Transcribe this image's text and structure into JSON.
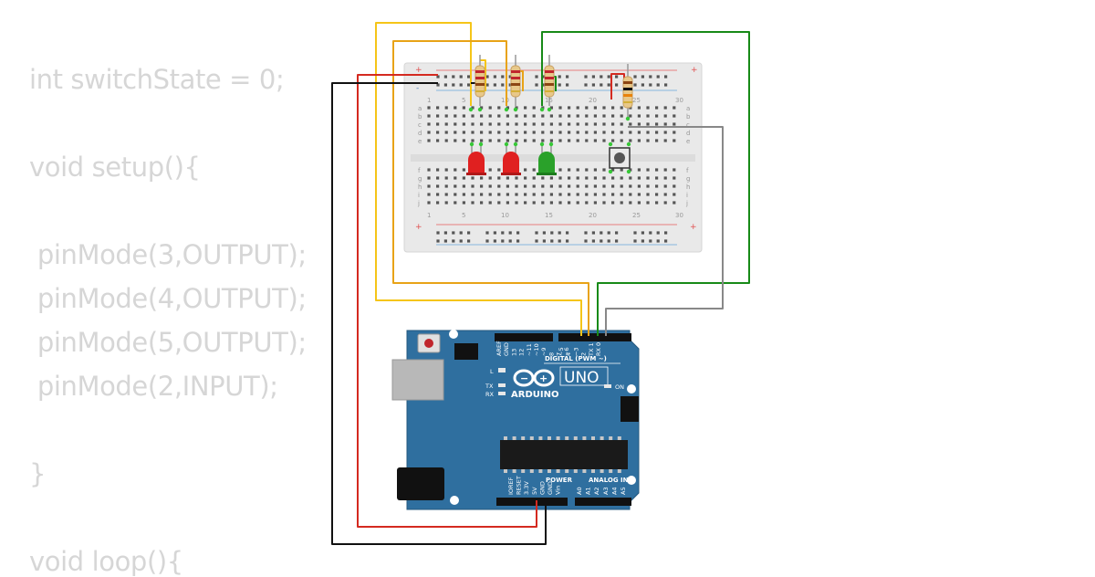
{
  "code": {
    "lines": [
      "int switchState = 0;",
      "void setup(){",
      " pinMode(3,OUTPUT);",
      " pinMode(4,OUTPUT);",
      " pinMode(5,OUTPUT);",
      " pinMode(2,INPUT);",
      "}",
      "void loop(){"
    ]
  },
  "breadboard": {
    "col_labels": [
      "1",
      "5",
      "10",
      "15",
      "20",
      "25",
      "30"
    ],
    "row_labels_top": [
      "a",
      "b",
      "c",
      "d",
      "e"
    ],
    "row_labels_bottom": [
      "f",
      "g",
      "h",
      "i",
      "j"
    ],
    "rail_plus": "+",
    "rail_minus": "-"
  },
  "arduino": {
    "model": "UNO",
    "brand": "ARDUINO",
    "digital_header_label": "DIGITAL (PWM ~)",
    "digital_pins": [
      "AREF",
      "GND",
      "13",
      "12",
      "~11",
      "~10",
      "~9",
      "8",
      "7",
      "~6",
      "~5",
      "4",
      "~3",
      "2",
      "TX 1",
      "RX 0"
    ],
    "power_header_label": "POWER",
    "power_pins": [
      "IOREF",
      "RESET",
      "3.3V",
      "5V",
      "GND",
      "GND",
      "Vin"
    ],
    "analog_header_label": "ANALOG IN",
    "analog_pins": [
      "A0",
      "A1",
      "A2",
      "A3",
      "A4",
      "A5"
    ],
    "led_l": "L",
    "led_tx": "TX",
    "led_rx": "RX",
    "led_on": "ON"
  },
  "colors": {
    "board_blue": "#2f6f9f",
    "wire_red": "#d42a20",
    "wire_black": "#111111",
    "wire_yellow": "#f5c518",
    "wire_orange": "#e8a317",
    "wire_green": "#178a17",
    "wire_gray": "#888888",
    "led_red": "#e02020",
    "led_green": "#2aa12a"
  }
}
